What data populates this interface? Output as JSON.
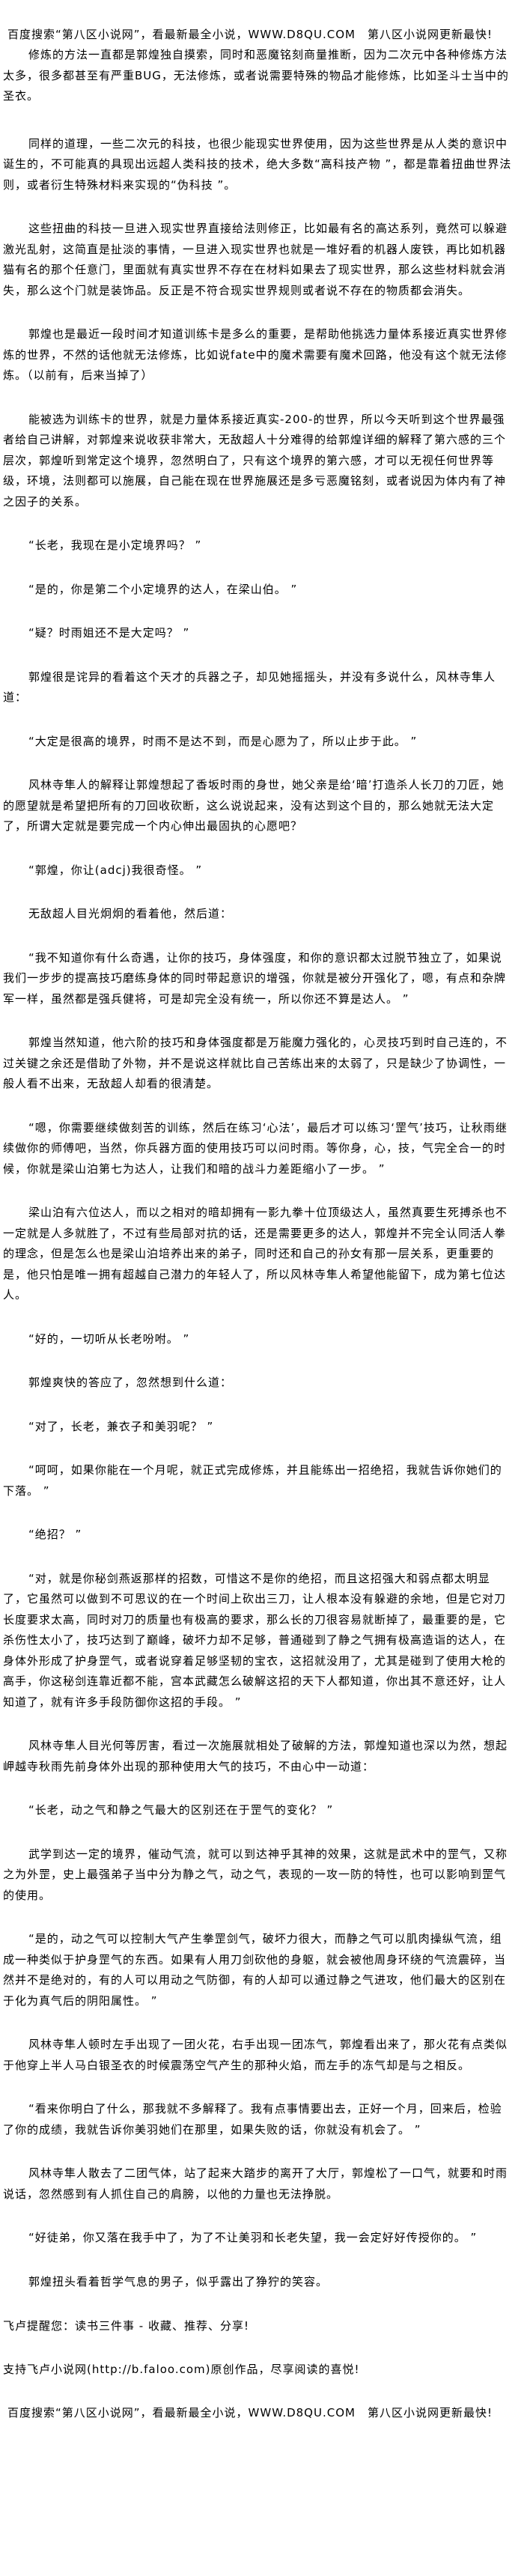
{
  "banner": "百度搜索“第八区小说网”，看最新最全小说，WWW.D8QU.COM　第八区小说网更新最快!",
  "paragraphs": [
    "修炼的方法一直都是郭煌独自摸索，同时和恶魔铭刻商量推断，因为二次元中各种修炼方法太多，很多都甚至有严重BUG，无法修炼，或者说需要特殊的物品才能修炼，比如圣斗士当中的圣衣。",
    "同样的道理，一些二次元的科技，也很少能现实世界使用，因为这些世界是从人类的意识中诞生的，不可能真的具现出远超人类科技的技术，绝大多数“高科技产物 ”，都是靠着扭曲世界法则，或者衍生特殊材料来实现的“伪科技 ”。",
    "这些扭曲的科技一旦进入现实世界直接给法则修正，比如最有名的高达系列，竟然可以躲避激光乱射，这简直是扯淡的事情，一旦进入现实世界也就是一堆好看的机器人废铁，再比如机器猫有名的那个任意门，里面就有真实世界不存在在材料如果去了现实世界，那么这些材料就会消失，那么这个门就是装饰品。反正是不符合现实世界规则或者说不存在的物质都会消失。",
    "郭煌也是最近一段时间才知道训练卡是多么的重要，是帮助他挑选力量体系接近真实世界修炼的世界，不然的话他就无法修炼，比如说fate中的魔术需要有魔术回路，他没有这个就无法修炼。（以前有，后来当掉了）",
    "能被选为训练卡的世界，就是力量体系接近真实-200-的世界，所以今天听到这个世界最强者给自己讲解，对郭煌来说收获非常大，无敌超人十分难得的给郭煌详细的解释了第六感的三个层次，郭煌听到常定这个境界，忽然明白了，只有这个境界的第六感，才可以无视任何世界等级，环境，法则都可以施展，自己能在现在世界施展还是多亏恶魔铭刻，或者说因为体内有了神之因子的关系。",
    "“长老，我现在是小定境界吗？ ”",
    "“是的，你是第二个小定境界的达人，在梁山伯。 ”",
    "“疑？时雨姐还不是大定吗？ ”",
    "郭煌很是诧异的看着这个天才的兵器之子，却见她摇摇头，并没有多说什么，风林寺隼人道：",
    "“大定是很高的境界，时雨不是达不到，而是心愿为了，所以止步于此。 ”",
    "风林寺隼人的解释让郭煌想起了香坂时雨的身世，她父亲是给‘暗’打造杀人长刀的刀匠，她的愿望就是希望把所有的刀回收砍断，这么说说起来，没有达到这个目的，那么她就无法大定了，所谓大定就是要完成一个内心伸出最固执的心愿吧？",
    "“郭煌，你让(adcj)我很奇怪。 ”",
    "无敌超人目光炯炯的看着他，然后道：",
    "“我不知道你有什么奇遇，让你的技巧，身体强度，和你的意识都太过脱节独立了，如果说我们一步步的提高技巧磨练身体的同时带起意识的增强，你就是被分开强化了，嗯，有点和杂牌军一样，虽然都是强兵健将，可是却完全没有统一，所以你还不算是达人。 ”",
    "郭煌当然知道，他六阶的技巧和身体强度都是万能魔力强化的，心灵技巧到时自己连的，不过关键之余还是借助了外物，并不是说这样就比自己苦练出来的太弱了，只是缺少了协调性，一般人看不出来，无敌超人却看的很清楚。",
    "“嗯，你需要继续做刻苦的训练，然后在练习‘心法’，最后才可以练习‘罡气’技巧，让秋雨继续做你的师傅吧，当然，你兵器方面的使用技巧可以问时雨。等你身，心，技，气完全合一的时候，你就是梁山泊第七为达人，让我们和暗的战斗力差距缩小了一步。 ”",
    "梁山泊有六位达人，而以之相对的暗却拥有一影九拳十位顶级达人，虽然真要生死搏杀也不一定就是人多就胜了，不过有些局部对抗的话，还是需要更多的达人，郭煌并不完全认同活人拳的理念，但是怎么也是梁山泊培养出来的弟子，同时还和自己的孙女有那一层关系，更重要的是，他只怕是唯一拥有超越自己潜力的年轻人了，所以风林寺隼人希望他能留下，成为第七位达人。",
    "“好的，一切听从长老吩咐。 ”",
    "郭煌爽快的答应了，忽然想到什么道：",
    "“对了，长老，兼衣子和美羽呢？ ”",
    "“呵呵，如果你能在一个月呢，就正式完成修炼，并且能练出一招绝招，我就告诉你她们的下落。 ”",
    "“绝招？ ”",
    "“对，就是你秘剑燕返那样的招数，可惜这不是你的绝招，而且这招强大和弱点都太明显了，它虽然可以做到不可思议的在一个时间上砍出三刀，让人根本没有躲避的余地，但是它对刀长度要求太高，同时对刀的质量也有极高的要求，那么长的刀很容易就断掉了，最重要的是，它杀伤性太小了，技巧达到了巅峰，破坏力却不足够，普通碰到了静之气拥有极高造诣的达人，在身体外形成了护身罡气，或者说穿着足够坚韧的宝衣，这招就没用了，尤其是碰到了使用大枪的高手，你这秘剑连靠近都不能，宫本武藏怎么破解这招的天下人都知道，你出其不意还好，让人知道了，就有许多手段防御你这招的手段。 ”",
    "风林寺隼人目光何等厉害，看过一次施展就相处了破解的方法，郭煌知道也深以为然，想起岬越寺秋雨先前身体外出现的那种使用大气的技巧，不由心中一动道：",
    "“长老，动之气和静之气最大的区别还在于罡气的变化？ ”",
    "武学到达一定的境界，催动气流，就可以到达神乎其神的效果，这就是武术中的罡气，又称之为外罡，史上最强弟子当中分为静之气，动之气，表现的一攻一防的特性，也可以影响到罡气的使用。",
    "“是的，动之气可以控制大气产生拳罡剑气，破坏力很大，而静之气可以肌肉操纵气流，组成一种类似于护身罡气的东西。如果有人用刀剑砍他的身躯，就会被他周身环绕的气流震碎，当然并不是绝对的，有的人可以用动之气防御，有的人却可以通过静之气进攻，他们最大的区别在于化为真气后的阴阳属性。 ”",
    "风林寺隼人顿时左手出现了一团火花，右手出现一团冻气，郭煌看出来了，那火花有点类似于他穿上半人马白银圣衣的时候震荡空气产生的那种火焰，而左手的冻气却是与之相反。",
    "“看来你明白了什么，那我就不多解释了。我有点事情要出去，正好一个月，回来后，检验了你的成绩，我就告诉你美羽她们在那里，如果失败的话，你就没有机会了。 ”",
    "风林寺隼人散去了二团气体，站了起来大踏步的离开了大厅，郭煌松了一口气，就要和时雨说话，忽然感到有人抓住自己的肩膀，以他的力量也无法挣脱。",
    "“好徒弟，你又落在我手中了，为了不让美羽和长老失望，我一会定好好传授你的。 ”",
    "郭煌扭头看着哲学气息的男子，似乎露出了狰狞的笑容。"
  ],
  "footer": {
    "reminder": "飞卢提醒您：读书三件事 - 收藏、推荐、分享!",
    "support": "支持飞卢小说网(http://b.faloo.com)原创作品，尽享阅读的喜悦!",
    "banner": "百度搜索“第八区小说网”，看最新最全小说，WWW.D8QU.COM　第八区小说网更新最快!"
  }
}
